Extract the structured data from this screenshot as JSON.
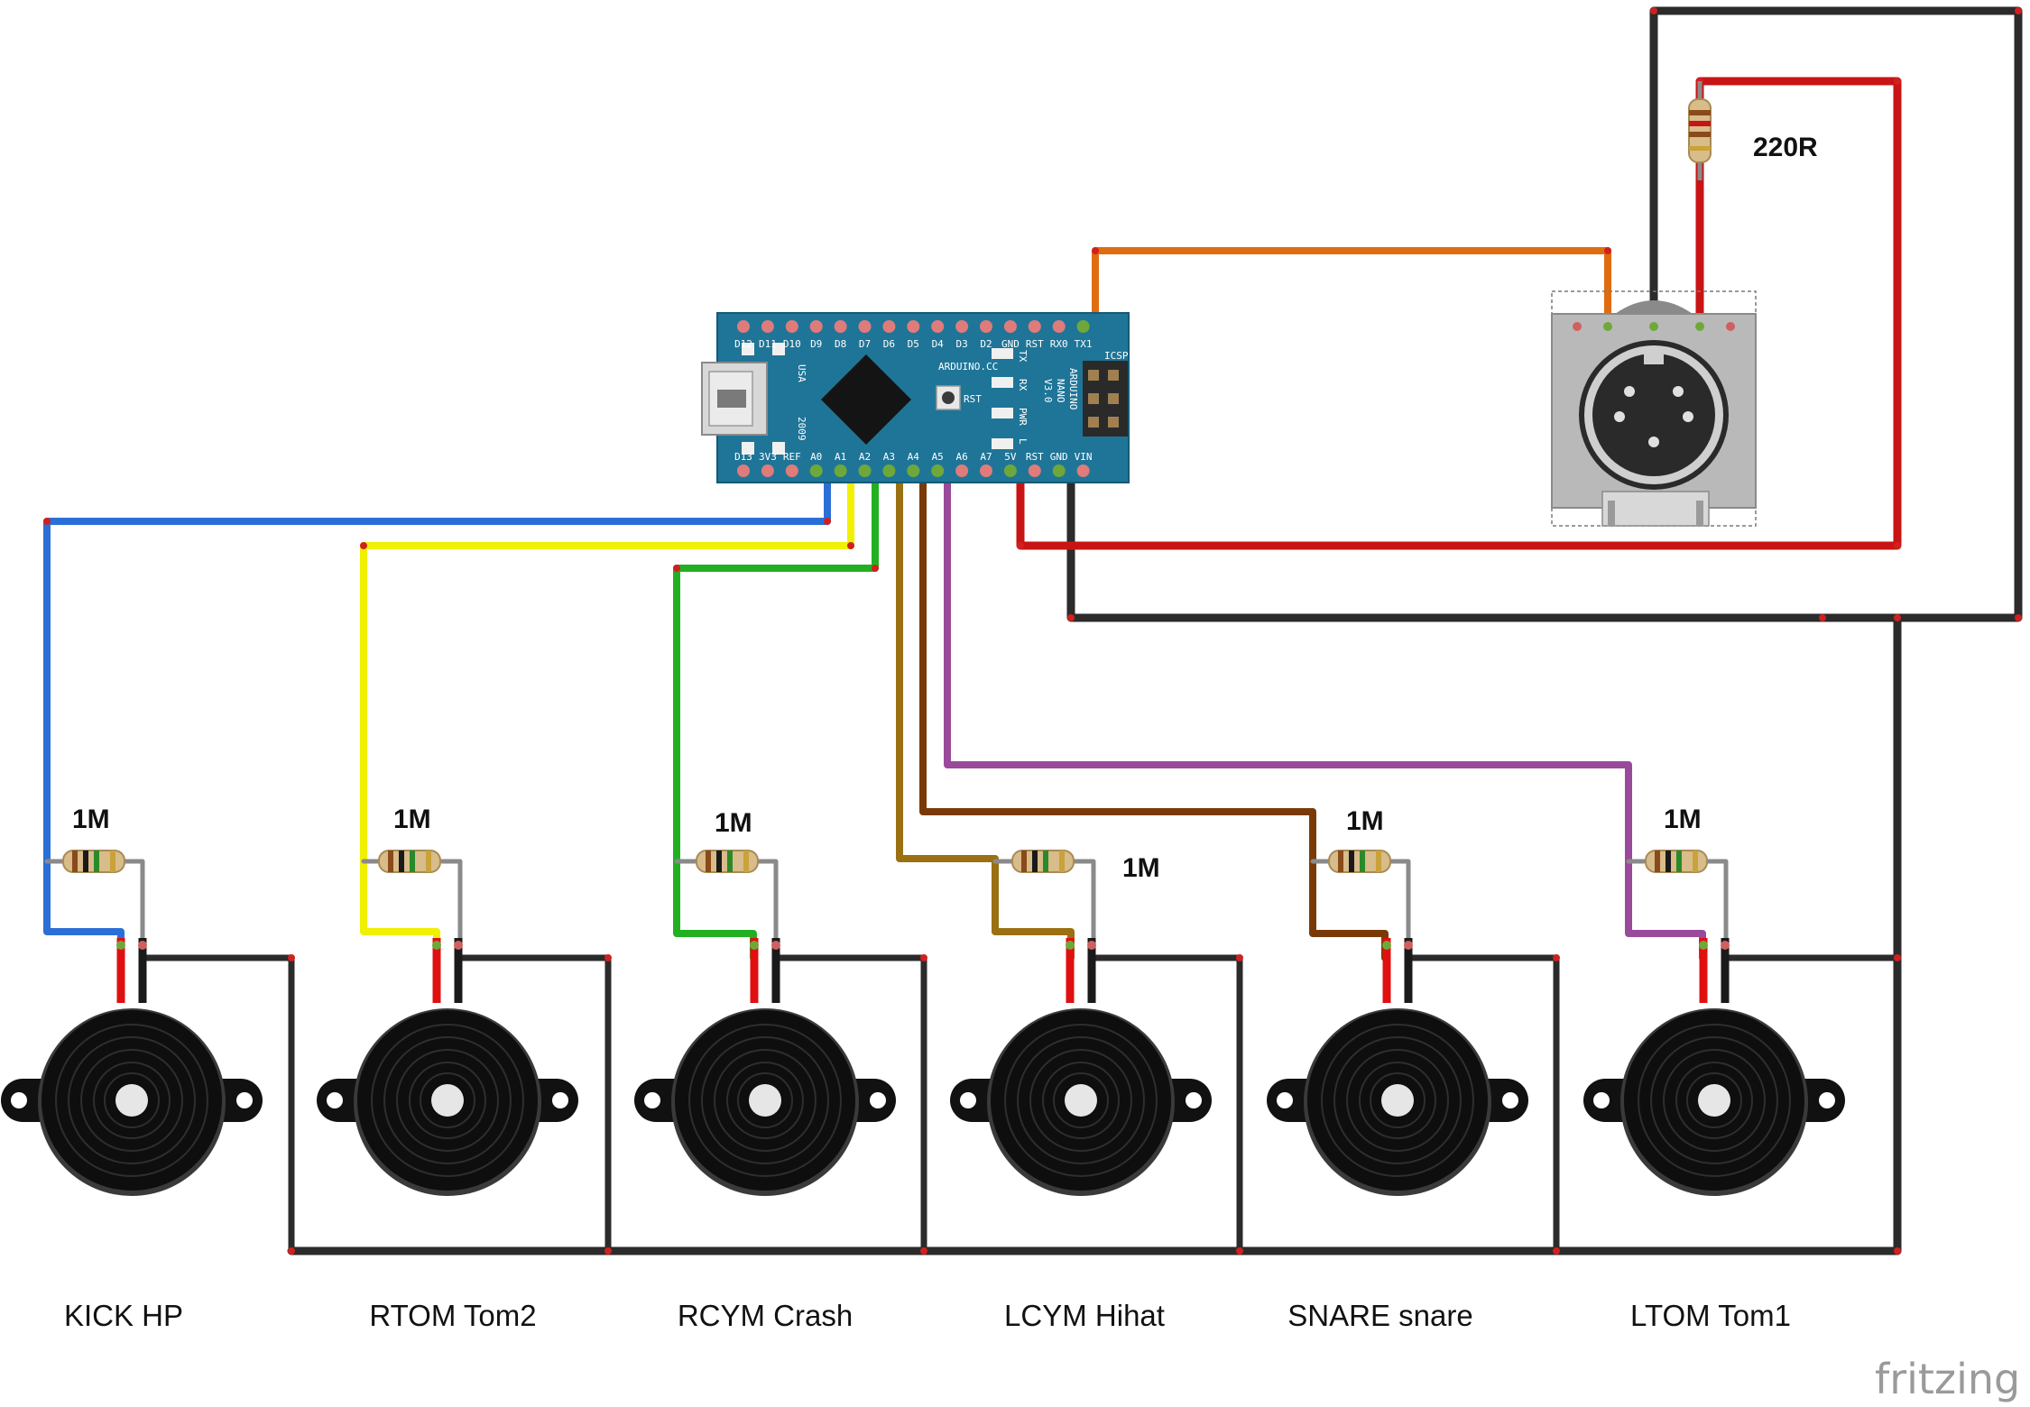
{
  "colors": {
    "wire_black": "#2b2b2b",
    "wire_red": "#c81414",
    "wire_orange": "#e06c12",
    "wire_blue": "#2a6fd6",
    "wire_yellow": "#f0f000",
    "wire_green": "#22b022",
    "wire_olive": "#9a7012",
    "wire_brown": "#7a3a08",
    "wire_purple": "#9a4a9a",
    "board": "#1f7597",
    "midi_body": "#b9b9b9"
  },
  "arduino": {
    "top_pins": [
      "D12",
      "D11",
      "D10",
      "D9",
      "D8",
      "D7",
      "D6",
      "D5",
      "D4",
      "D3",
      "D2",
      "GND",
      "RST",
      "RX0",
      "TX1"
    ],
    "bottom_pins": [
      "D13",
      "3V3",
      "REF",
      "A0",
      "A1",
      "A2",
      "A3",
      "A4",
      "A5",
      "A6",
      "A7",
      "5V",
      "RST",
      "GND",
      "VIN"
    ],
    "brand": "ARDUINO.CC",
    "model_lines": [
      "ARDUINO",
      "NANO",
      "V3.0"
    ],
    "usa": "USA",
    "year": "2009",
    "rst": "RST",
    "icsp": "ICSP",
    "leds": [
      "TX",
      "RX",
      "PWR",
      "L"
    ]
  },
  "midi": {
    "resistor_label": "220R"
  },
  "channels": [
    {
      "name": "KICK HP",
      "resistor": "1M",
      "wire_color": "#2a6fd6"
    },
    {
      "name": "RTOM Tom2",
      "resistor": "1M",
      "wire_color": "#f0f000"
    },
    {
      "name": "RCYM Crash",
      "resistor": "1M",
      "wire_color": "#22b022"
    },
    {
      "name": "LCYM Hihat",
      "resistor": "1M",
      "wire_color": "#9a7012"
    },
    {
      "name": "SNARE snare",
      "resistor": "1M",
      "wire_color": "#7a3a08"
    },
    {
      "name": "LTOM Tom1",
      "resistor": "1M",
      "wire_color": "#9a4a9a"
    }
  ],
  "watermark": "fritzing"
}
